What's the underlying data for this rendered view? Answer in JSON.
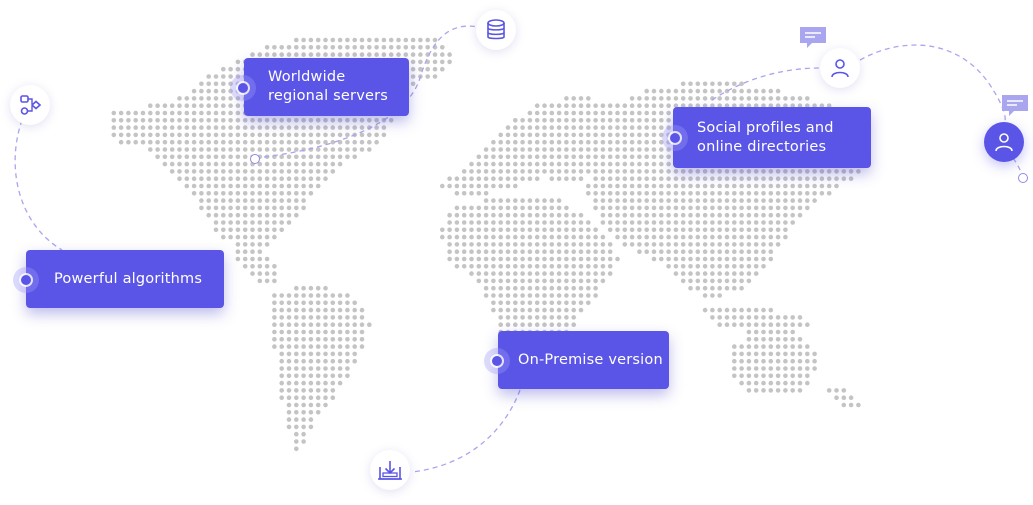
{
  "labels": {
    "servers": "Worldwide\nregional servers",
    "social": "Social profiles and\nonline directories",
    "algorithms": "Powerful algorithms",
    "onpremise": "On-Premise version"
  },
  "icons": {
    "algorithms": "flowchart-icon",
    "servers": "database-icon",
    "social_person": "user-icon",
    "social_person_filled": "user-icon",
    "social_chat": "chat-icon",
    "onpremise": "download-icon"
  },
  "colors": {
    "accent": "#5a55e6",
    "dots": "#c4c4c4",
    "connector": "#a9a5ee"
  }
}
